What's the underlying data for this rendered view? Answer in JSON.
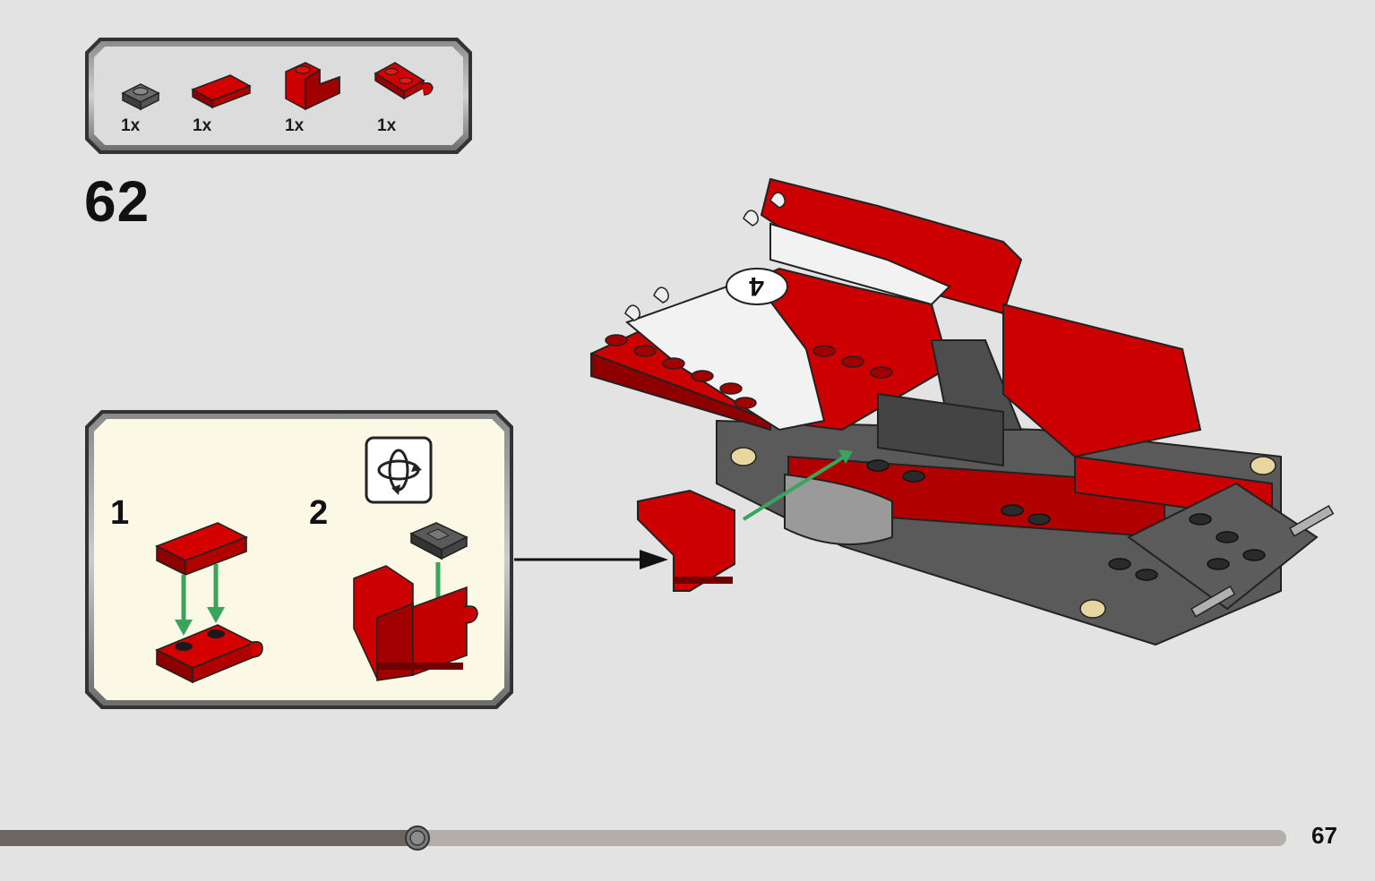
{
  "parts_list": {
    "items": [
      {
        "name": "dark-gray-tile-1x1",
        "qty": "1x",
        "color": "#4a4a4a"
      },
      {
        "name": "red-tile-1x2",
        "qty": "1x",
        "color": "#cc0000"
      },
      {
        "name": "red-slope-brick",
        "qty": "1x",
        "color": "#cc0000"
      },
      {
        "name": "red-plate-with-clip",
        "qty": "1x",
        "color": "#cc0000"
      }
    ]
  },
  "step": {
    "number": "62"
  },
  "sub_assembly": {
    "steps": [
      {
        "label": "1"
      },
      {
        "label": "2"
      }
    ],
    "rotate_icon": "rotate-model-icon"
  },
  "footer": {
    "page_number": "67",
    "progress": 0.325
  },
  "colors": {
    "background": "#e3e3e3",
    "panel_cream": "#fbf9e6",
    "brick_red": "#cc0000",
    "arrow_green": "#3aa35c",
    "dark_gray": "#4d4d4d"
  }
}
